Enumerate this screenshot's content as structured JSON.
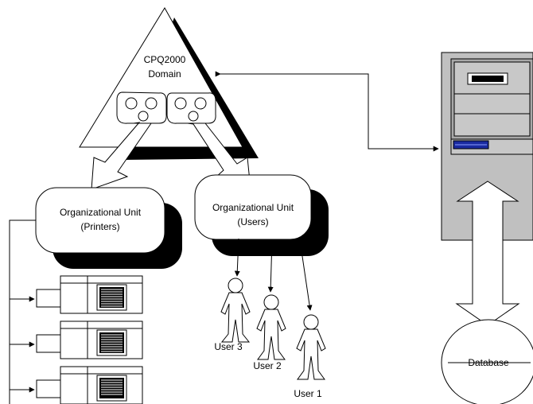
{
  "domain": {
    "name_line1": "CPQ2000",
    "name_line2": "Domain"
  },
  "ou_printers": {
    "line1": "Organizational Unit",
    "line2": "(Printers)"
  },
  "ou_users": {
    "line1": "Organizational Unit",
    "line2": "(Users)"
  },
  "users": [
    "User 3",
    "User 2",
    "User 1"
  ],
  "database": {
    "label": "Database"
  }
}
